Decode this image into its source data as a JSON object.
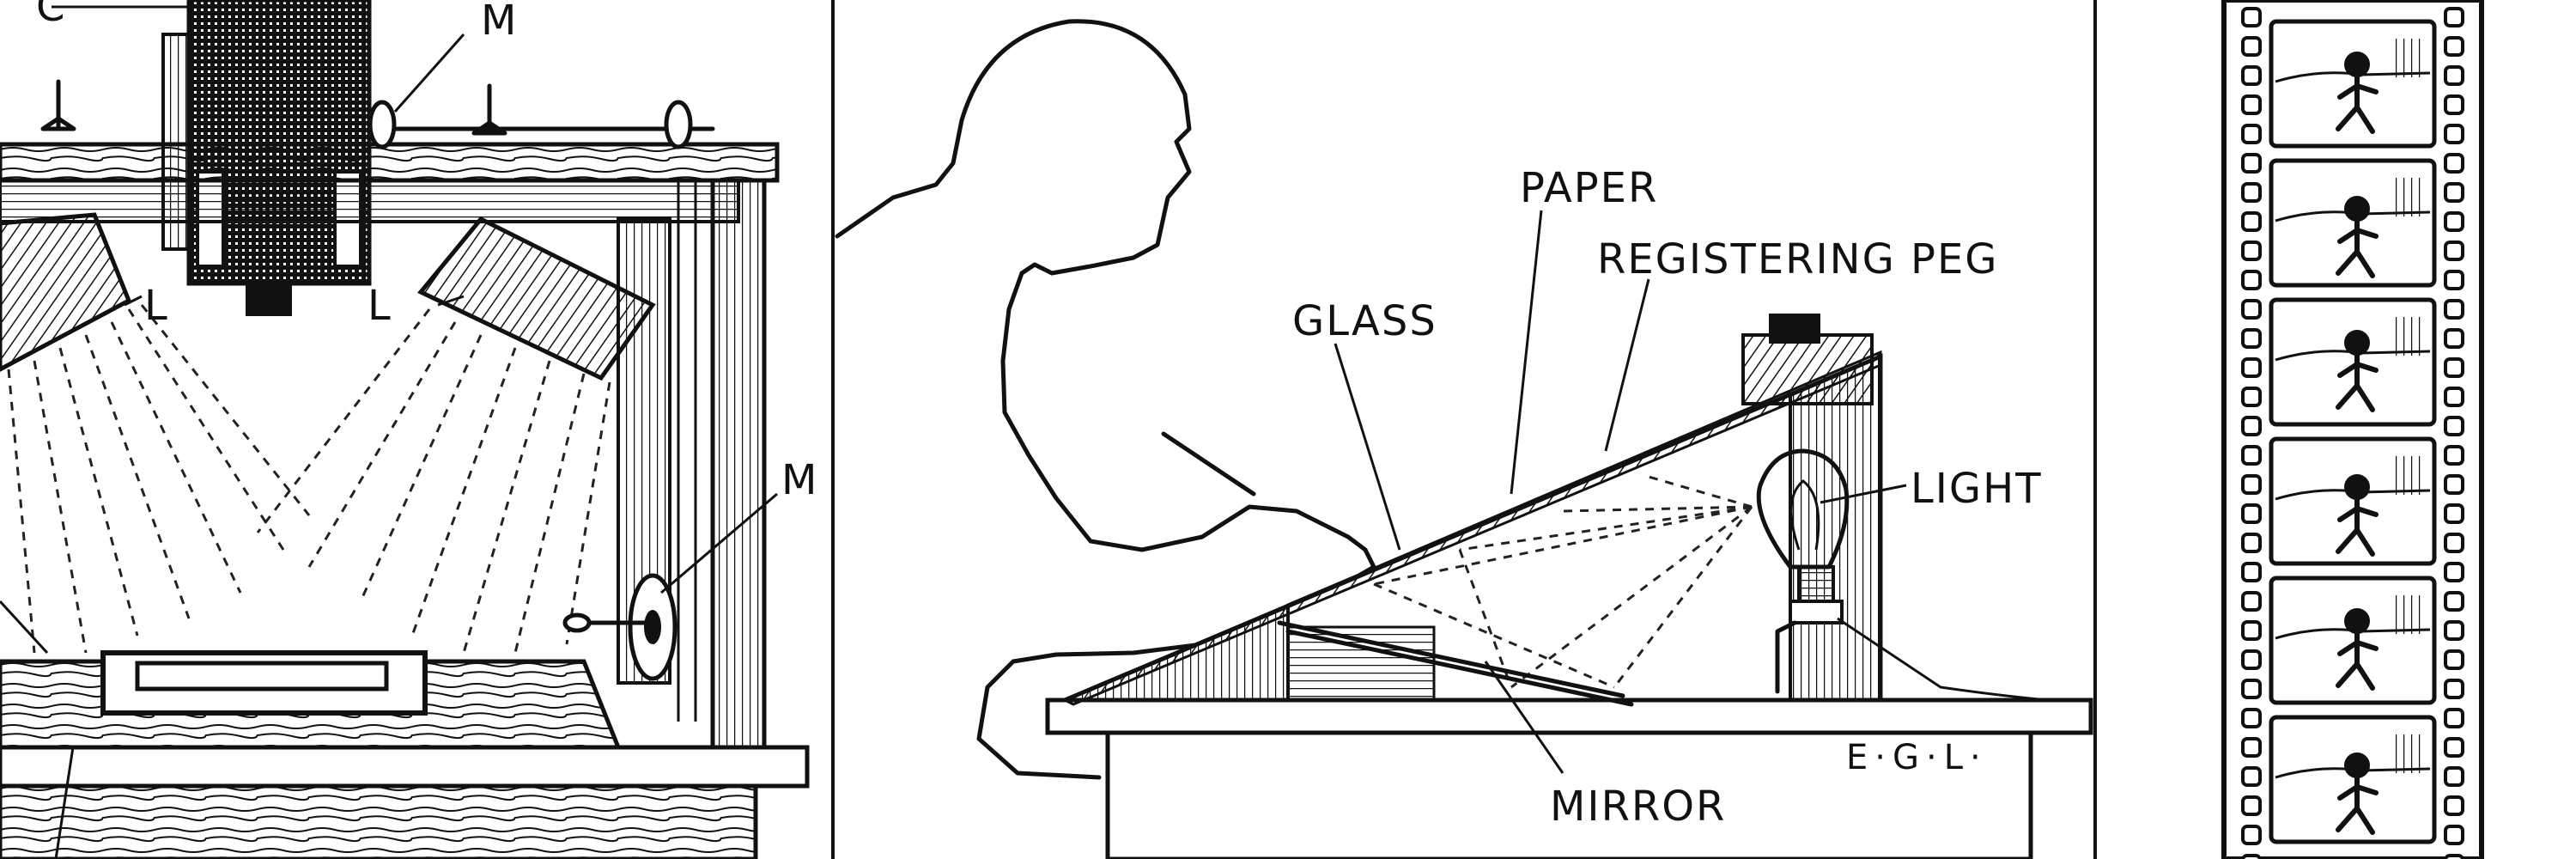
{
  "left_panel": {
    "labels": {
      "c": "C",
      "m_top": "M",
      "l_left": "L",
      "l_right": "L",
      "m_side": "M"
    }
  },
  "middle_panel": {
    "labels": {
      "paper": "PAPER",
      "registering_peg": "REGISTERING PEG",
      "glass": "GLASS",
      "light": "LIGHT",
      "mirror": "MIRROR",
      "signature": "E·G·L·"
    }
  },
  "right_panel": {
    "frame_count": 6
  },
  "colors": {
    "ink": "#111111",
    "paper": "#ffffff"
  }
}
